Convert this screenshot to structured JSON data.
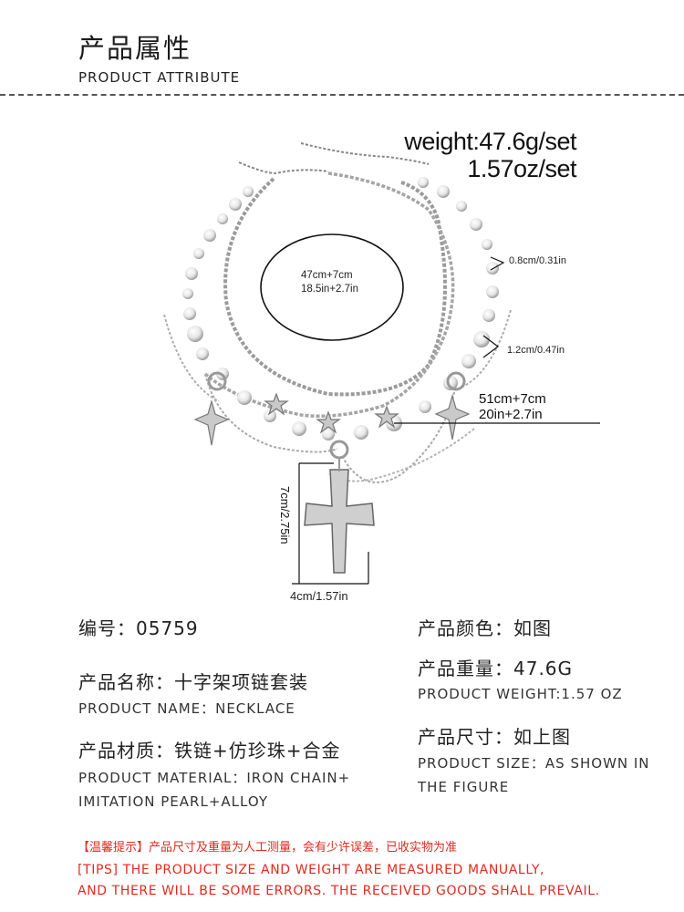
{
  "header": {
    "title_cn": "产品属性",
    "title_en": "PRODUCT ATTRIBUTE"
  },
  "photo": {
    "weight_g": "weight:47.6g/set",
    "weight_oz": "1.57oz/set",
    "inner_length_cm": "47cm+7cm",
    "inner_length_in": "18.5in+2.7in",
    "small_pearl": "0.8cm/0.31in",
    "big_pearl": "1.2cm/0.47in",
    "outer_length_cm": "51cm+7cm",
    "outer_length_in": "20in+2.7in",
    "cross_height": "7cm/2.75in",
    "cross_width": "4cm/1.57in"
  },
  "info": {
    "number": "编号：05759",
    "color": "产品颜色：如图",
    "name_cn": "产品名称：十字架项链套装",
    "weight_cn": "产品重量：47.6G",
    "name_en": "PRODUCT NAME：NECKLACE",
    "weight_en": "PRODUCT WEIGHT:1.57 OZ",
    "material_cn": "产品材质：铁链+仿珍珠+合金",
    "size_cn": "产品尺寸：如上图",
    "material_en_1": "PRODUCT MATERIAL：IRON CHAIN+",
    "material_en_2": "IMITATION PEARL+ALLOY",
    "size_en_1": "PRODUCT SIZE：AS SHOWN IN",
    "size_en_2": "THE FIGURE"
  },
  "tips": {
    "cn": "【温馨提示】产品尺寸及重量为人工测量，会有少许误差，已收实物为准",
    "en_1": "[TIPS] THE PRODUCT SIZE AND WEIGHT ARE MEASURED MANUALLY,",
    "en_2": "AND THERE WILL BE SOME ERRORS. THE RECEIVED GOODS SHALL PREVAIL."
  }
}
